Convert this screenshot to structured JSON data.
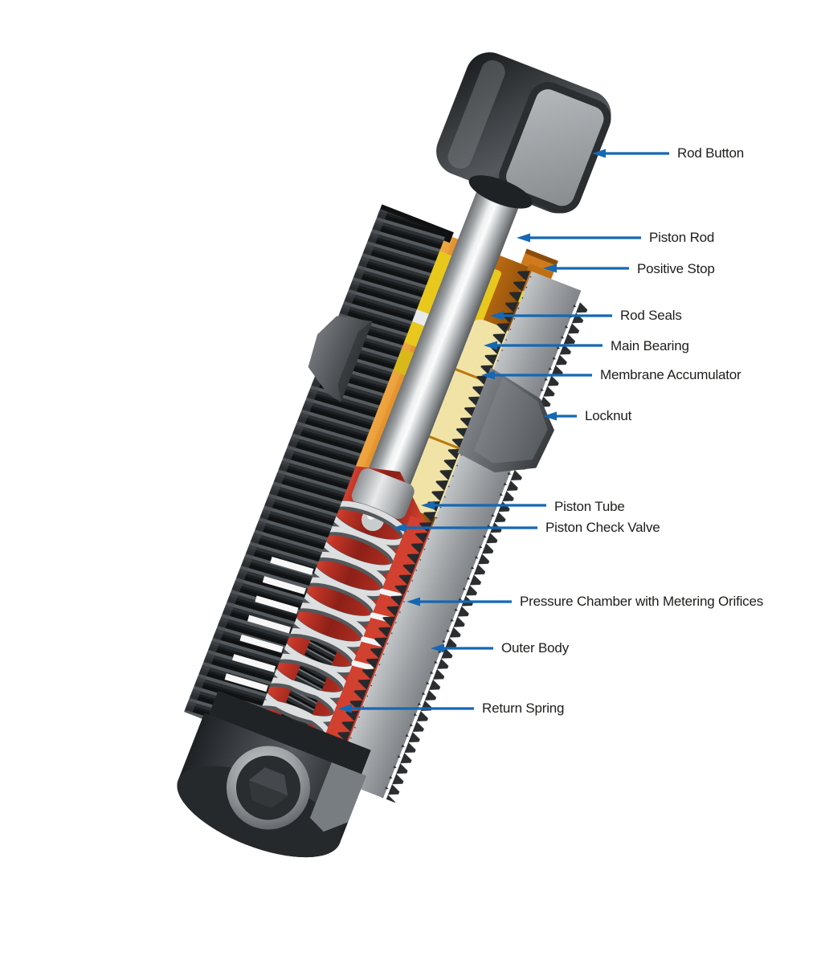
{
  "figure": {
    "type": "cutaway-callout-diagram"
  },
  "colors": {
    "background": "#ffffff",
    "callout_line": "#1568b3",
    "label_text": "#1d1d1b",
    "thread_dark": "#1a1c1e",
    "cut_face_gray": "#a2a6a9",
    "bearing_orange": "#c9741b",
    "seal_yellow": "#e8c81d",
    "accumulator_cream": "#f1e3a6",
    "chamber_red": "#c23527",
    "spring_silver": "#dcdee0",
    "rod_chrome": "#d9dbdc",
    "locknut_gray": "#5a5e62"
  },
  "callouts": [
    {
      "id": "rod-button",
      "label": "Rod Button"
    },
    {
      "id": "piston-rod",
      "label": "Piston Rod"
    },
    {
      "id": "positive-stop",
      "label": "Positive Stop"
    },
    {
      "id": "rod-seals",
      "label": "Rod Seals"
    },
    {
      "id": "main-bearing",
      "label": "Main Bearing"
    },
    {
      "id": "membrane-accumulator",
      "label": "Membrane Accumulator"
    },
    {
      "id": "locknut",
      "label": "Locknut"
    },
    {
      "id": "piston-tube",
      "label": "Piston Tube"
    },
    {
      "id": "piston-check-valve",
      "label": "Piston Check Valve"
    },
    {
      "id": "pressure-chamber",
      "label": "Pressure Chamber with Metering Orifices"
    },
    {
      "id": "outer-body",
      "label": "Outer Body"
    },
    {
      "id": "return-spring",
      "label": "Return Spring"
    }
  ]
}
